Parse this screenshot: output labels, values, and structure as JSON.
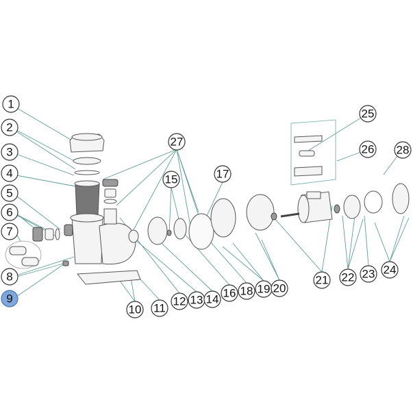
{
  "diagram": {
    "title": "Pool pump exploded parts diagram",
    "highlight_color": "#7fa7dc",
    "leader_color": "#5e9e98",
    "selected_part": "9",
    "callouts": [
      "1",
      "2",
      "3",
      "4",
      "5",
      "6",
      "7",
      "8",
      "9",
      "10",
      "11",
      "12",
      "13",
      "14",
      "15",
      "16",
      "17",
      "18",
      "19",
      "20",
      "21",
      "22",
      "23",
      "24",
      "25",
      "26",
      "27",
      "28"
    ]
  }
}
